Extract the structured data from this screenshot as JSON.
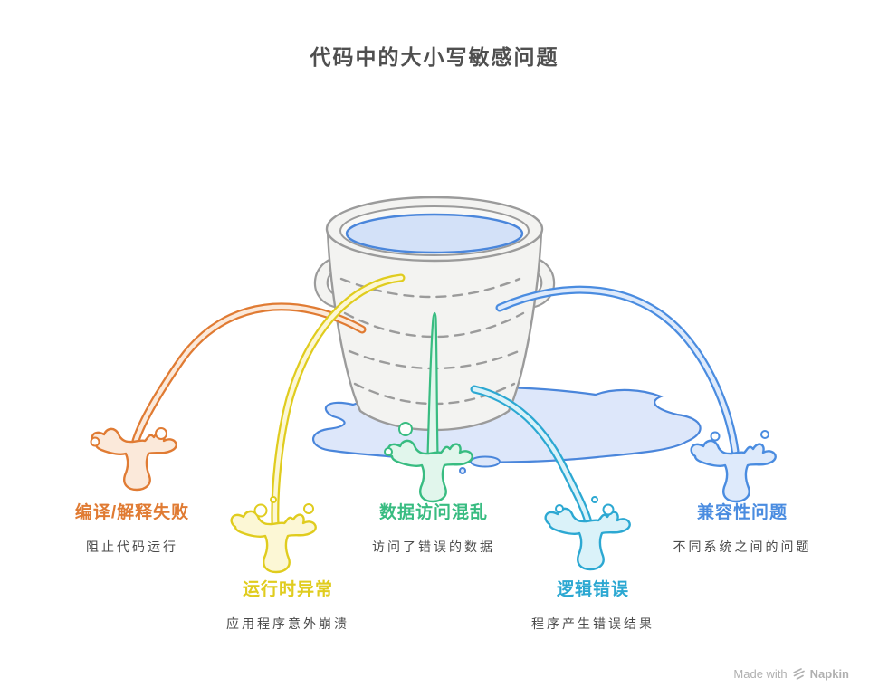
{
  "title": "代码中的大小写敏感问题",
  "palette": {
    "title_color": "#4F4F4F",
    "subtitle_color": "#4A4A4A",
    "bucket_fill": "#F3F3F1",
    "bucket_inner_fill": "#F8F8F6",
    "bucket_outline": "#9B9B9B",
    "water_fill": "#D3E1F8",
    "water_stroke": "#4A86DB",
    "puddle_fill": "#DDE7FA",
    "puddle_stroke": "#4A86DB",
    "watermark_color": "#B0B0B0"
  },
  "watermark": {
    "prefix": "Made with",
    "brand": "Napkin"
  },
  "diagram": {
    "items": [
      {
        "label": "编译/解释失败",
        "description": "阻止代码运行",
        "color": "#E07B33",
        "fill": "#FBE9DA"
      },
      {
        "label": "运行时异常",
        "description": "应用程序意外崩溃",
        "color": "#E0CC1E",
        "fill": "#FCF7D5"
      },
      {
        "label": "数据访问混乱",
        "description": "访问了错误的数据",
        "color": "#38BC81",
        "fill": "#E1F6EC"
      },
      {
        "label": "逻辑错误",
        "description": "程序产生错误结果",
        "color": "#2CA8D2",
        "fill": "#DAF2F9"
      },
      {
        "label": "兼容性问题",
        "description": "不同系统之间的问题",
        "color": "#4A8CE0",
        "fill": "#DEEAFB"
      }
    ]
  }
}
